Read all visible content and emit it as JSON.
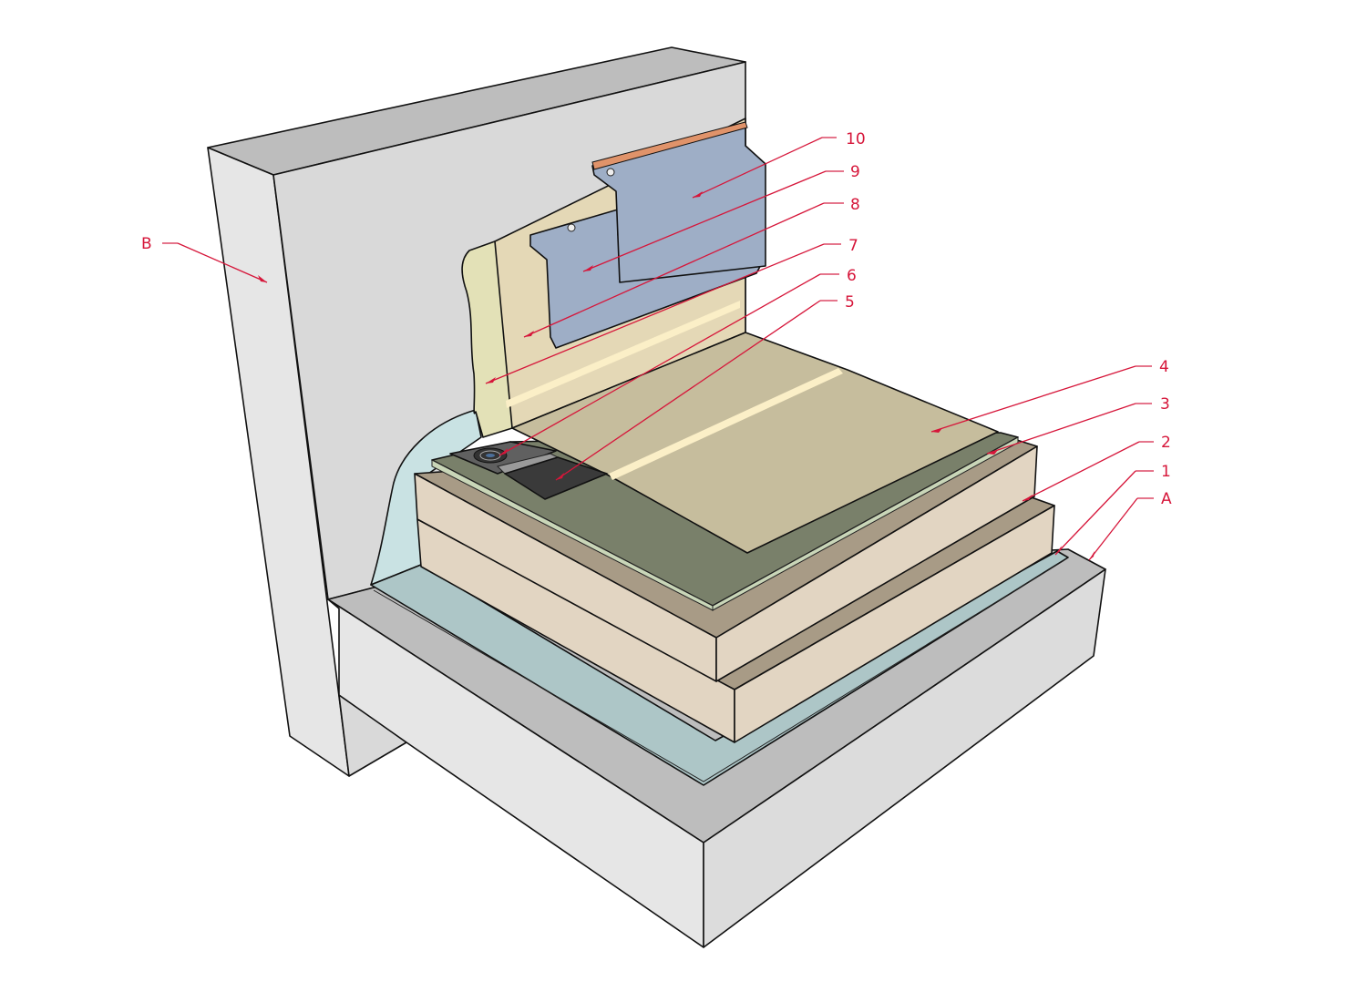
{
  "diagram": {
    "title": "Roof waterproofing upstand detail (exploded layers)",
    "colors": {
      "background": "#ffffff",
      "concrete_top": "#bdbdbd",
      "concrete_front": "#e6e6e6",
      "concrete_side": "#d9d9d9",
      "vapour_layer": "#adc6c7",
      "vapour_layer_upstand": "#c9e2e3",
      "insulation_face": "#e2d5c2",
      "insulation_top": "#a89b86",
      "underlay_green": "#79806a",
      "underlay_edge": "#c9d6b8",
      "membrane_top": "#c6bd9d",
      "membrane_upstand": "#e4d8b6",
      "seam_highlight": "#fbefc7",
      "upstand_strip": "#e3e1b7",
      "flashing_metal": "#9eaec6",
      "flashing_highlight": "#b4c3da",
      "sealant_bead": "#e0936a",
      "drain_plate": "#606060",
      "drain_patch": "#3a3a3a",
      "leader_line": "#d6163a"
    },
    "labels": [
      {
        "id": "B",
        "text": "B",
        "target": "Concrete wall"
      },
      {
        "id": "A",
        "text": "A",
        "target": "Concrete roof slab"
      },
      {
        "id": "1",
        "text": "1",
        "target": "Vapour control layer"
      },
      {
        "id": "2",
        "text": "2",
        "target": "Insulation board (lower)"
      },
      {
        "id": "3",
        "text": "3",
        "target": "Insulation board / underlay"
      },
      {
        "id": "4",
        "text": "4",
        "target": "Waterproofing membrane"
      },
      {
        "id": "5",
        "text": "5",
        "target": "Reinforcement patch"
      },
      {
        "id": "6",
        "text": "6",
        "target": "Fastener / drain plate"
      },
      {
        "id": "7",
        "text": "7",
        "target": "Upstand strip"
      },
      {
        "id": "8",
        "text": "8",
        "target": "Membrane upstand"
      },
      {
        "id": "9",
        "text": "9",
        "target": "Termination bar"
      },
      {
        "id": "10",
        "text": "10",
        "target": "Counter flashing"
      }
    ]
  }
}
